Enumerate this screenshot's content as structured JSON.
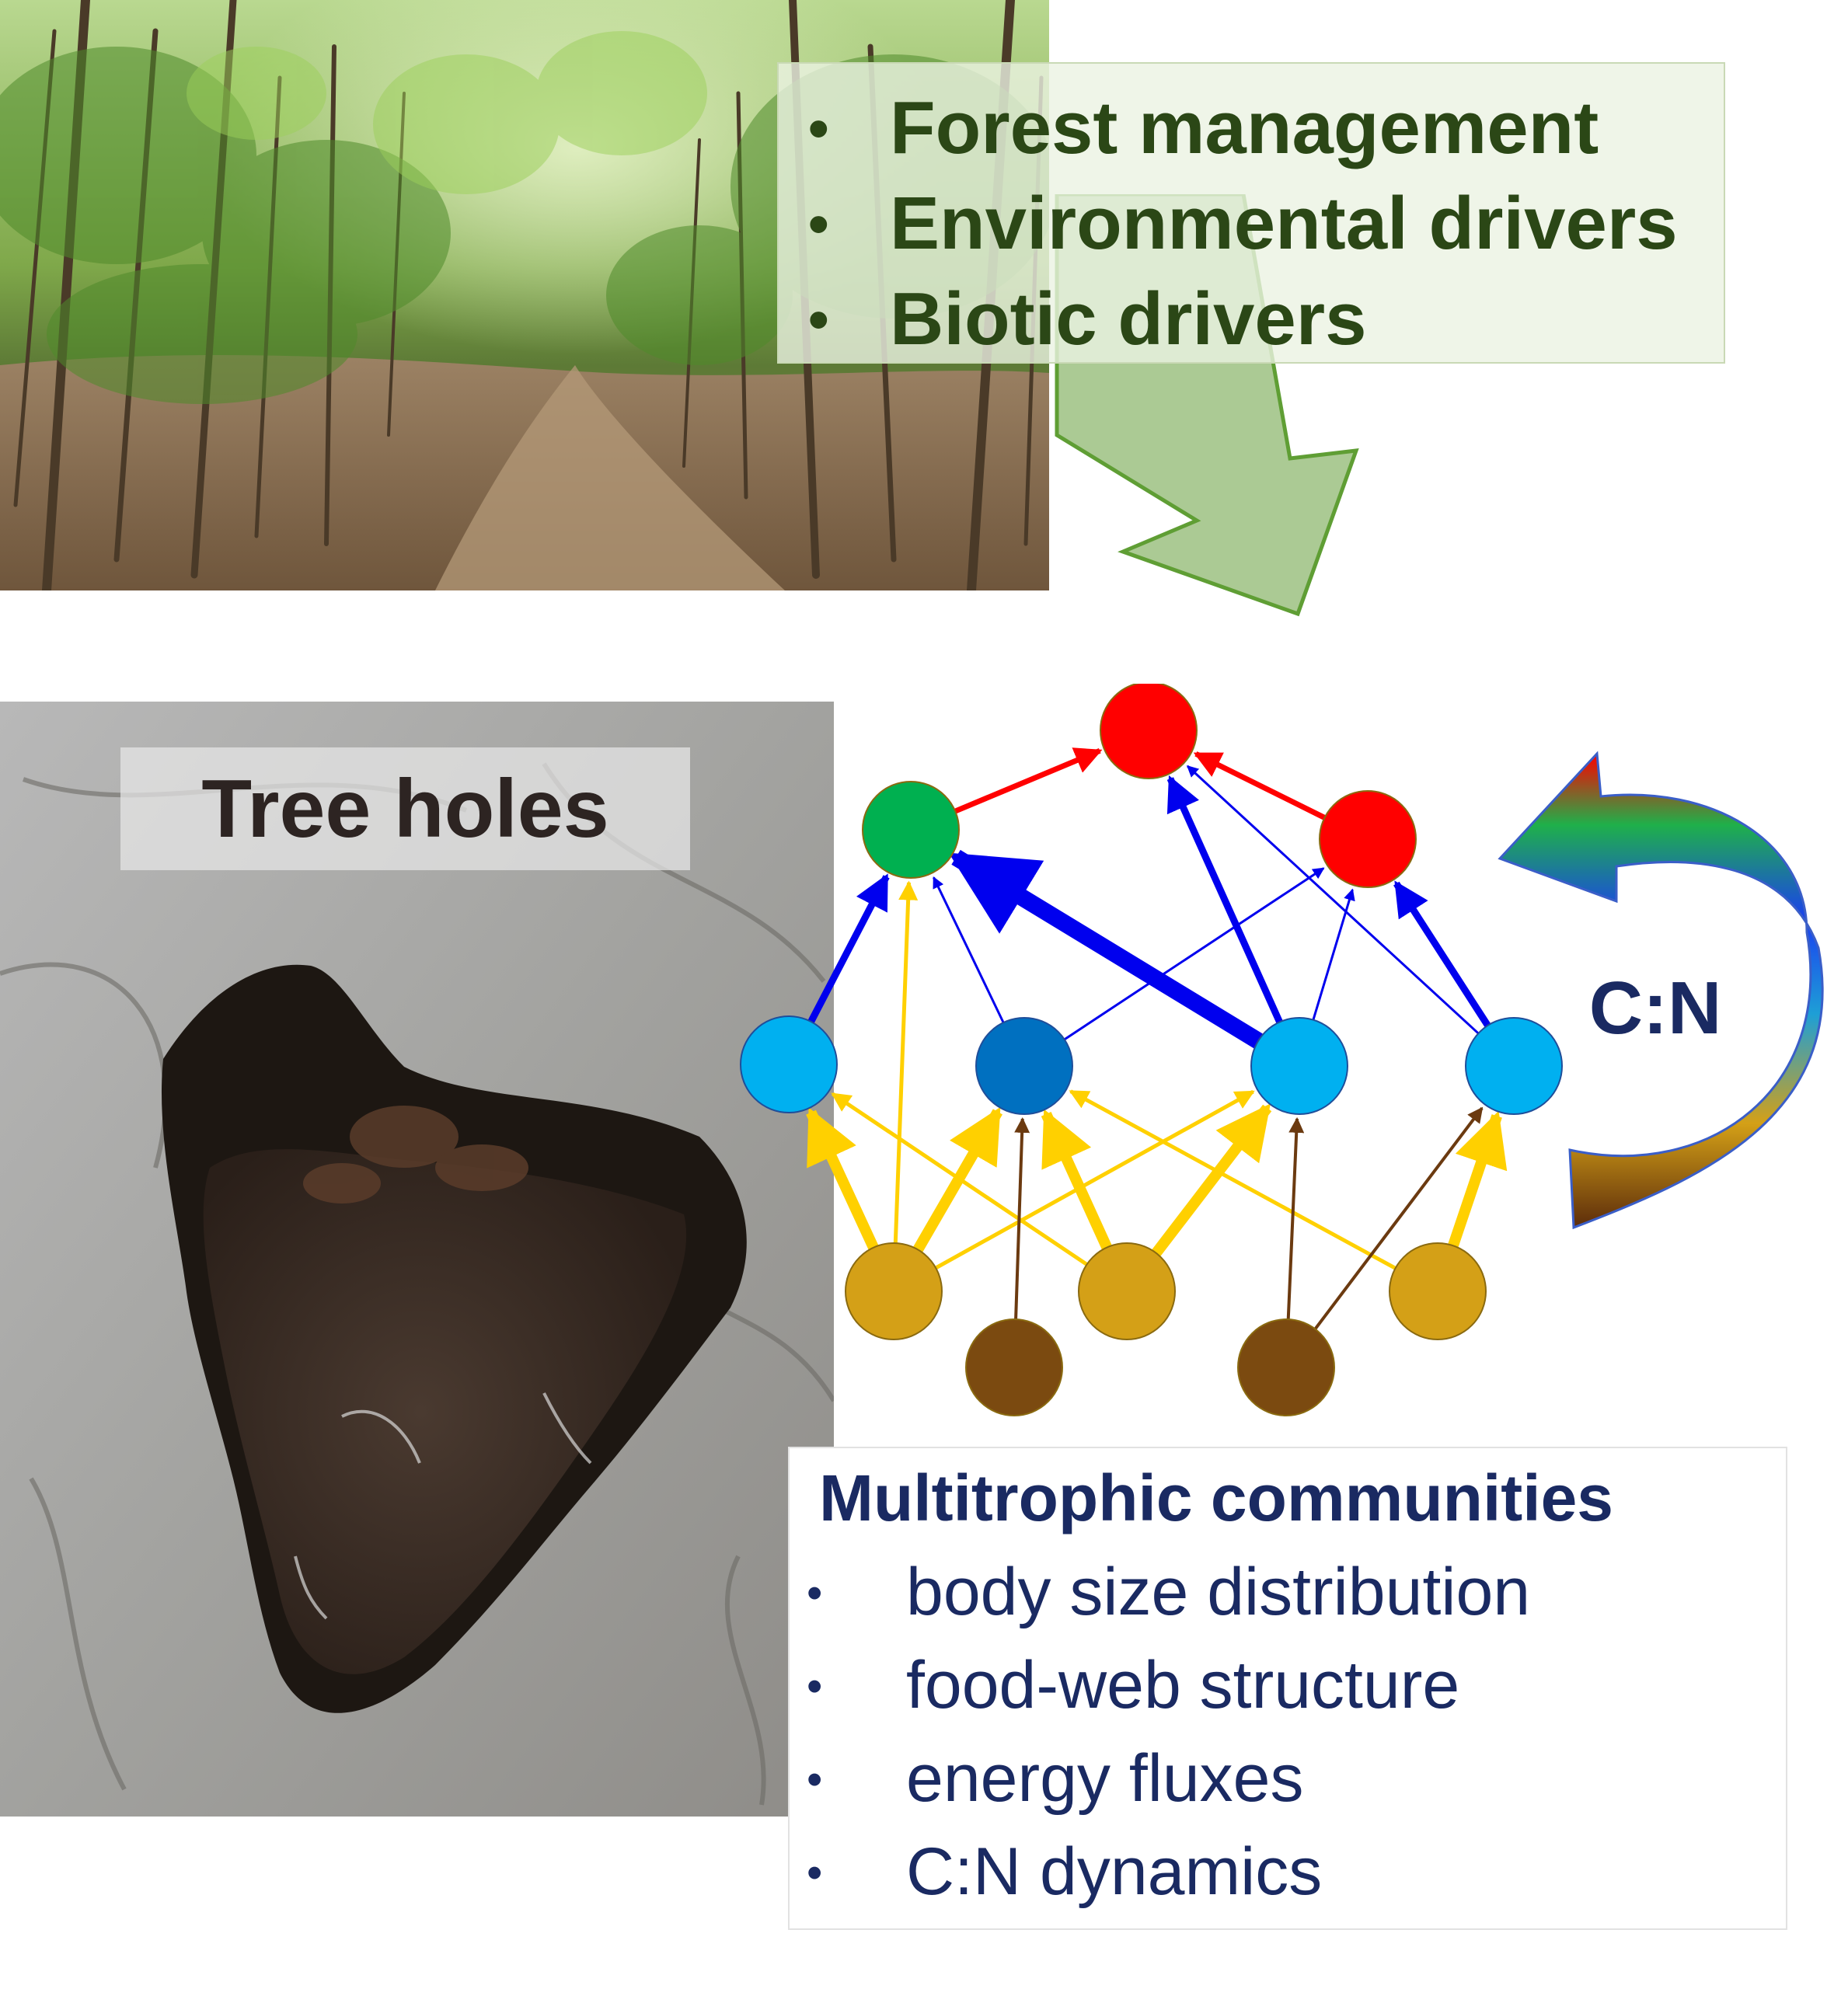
{
  "drivers": {
    "items": [
      "Forest management",
      "Environmental drivers",
      "Biotic drivers"
    ],
    "text_color": "#2b4716",
    "arrow_color": "#8fb870"
  },
  "tree_holes": {
    "label": "Tree holes"
  },
  "cn_cycle": {
    "label": "C:N",
    "gradient_colors": [
      "#5c2c0b",
      "#d4a017",
      "#1e9fd6",
      "#1a3ff0",
      "#1fb04a",
      "#ff0000"
    ]
  },
  "food_web": {
    "node_colors": {
      "top_predator": "#ff0000",
      "omnivore": "#00b050",
      "consumer": "#00b0f0",
      "consumer_dark": "#0070c0",
      "resource": "#d4a017",
      "detritus": "#7b4a10"
    },
    "link_colors": {
      "predation": "#0000ee",
      "top": "#ff0000",
      "resource": "#ffd000",
      "detritus": "#6b3a10"
    }
  },
  "communities": {
    "title": "Multitrophic communities",
    "items": [
      "body size distribution",
      "food-web structure",
      "energy fluxes",
      "C:N dynamics"
    ],
    "text_color": "#1a2a62"
  }
}
